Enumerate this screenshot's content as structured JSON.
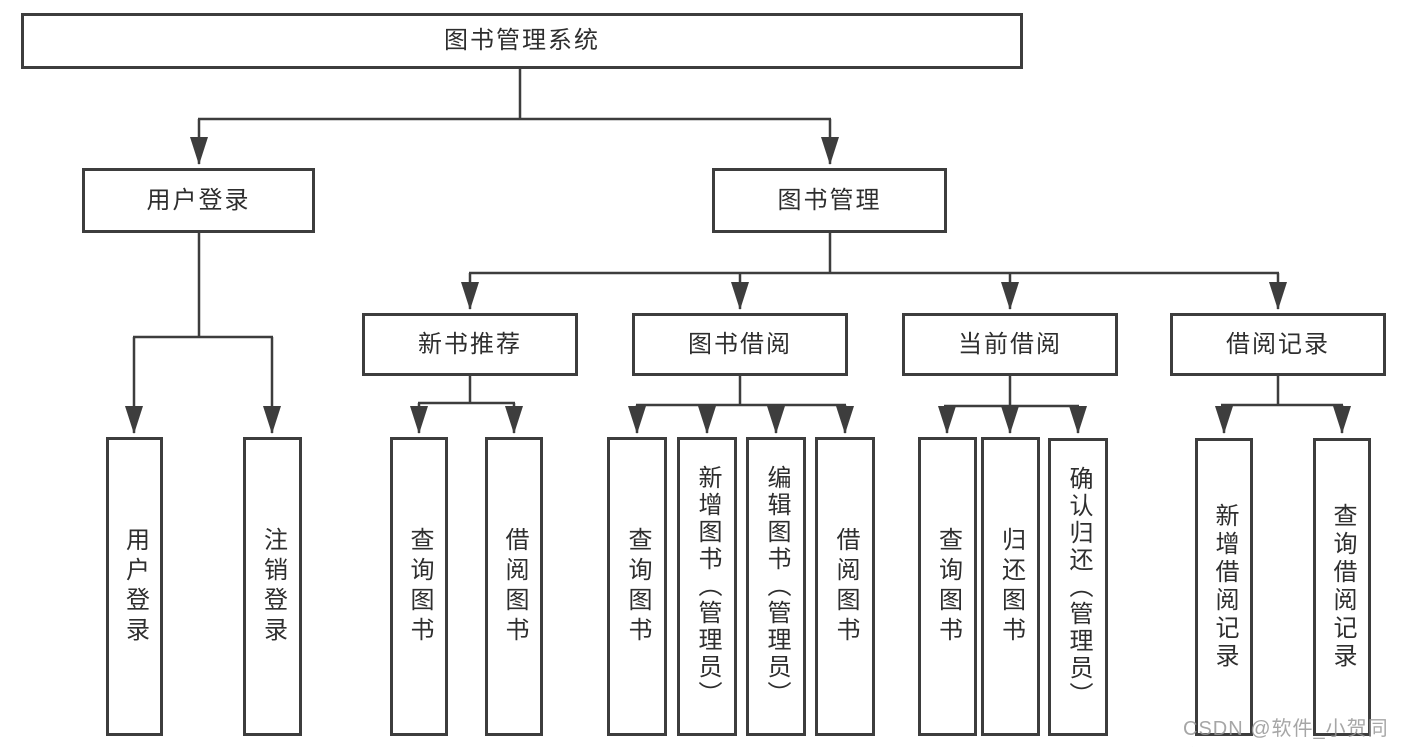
{
  "diagram": {
    "type": "hierarchy-tree",
    "root": {
      "label": "图书管理系统"
    },
    "branches": [
      {
        "label": "用户登录",
        "children": [
          "用户登录",
          "注销登录"
        ]
      },
      {
        "label": "图书管理",
        "children": [
          {
            "label": "新书推荐",
            "children": [
              "查询图书",
              "借阅图书"
            ]
          },
          {
            "label": "图书借阅",
            "children": [
              "查询图书",
              "新增图书（管理员）",
              "编辑图书（管理员）",
              "借阅图书"
            ]
          },
          {
            "label": "当前借阅",
            "children": [
              "查询图书",
              "归还图书",
              "确认归还（管理员）"
            ]
          },
          {
            "label": "借阅记录",
            "children": [
              "新增借阅记录",
              "查询借阅记录"
            ]
          }
        ]
      }
    ]
  },
  "watermark": {
    "text": "CSDN @软件_小贺同学"
  },
  "colors": {
    "line": "#3d3d3d",
    "box_border": "#3d3d3d",
    "text": "#2e2e2e",
    "watermark": "#969696",
    "background": "#ffffff"
  }
}
